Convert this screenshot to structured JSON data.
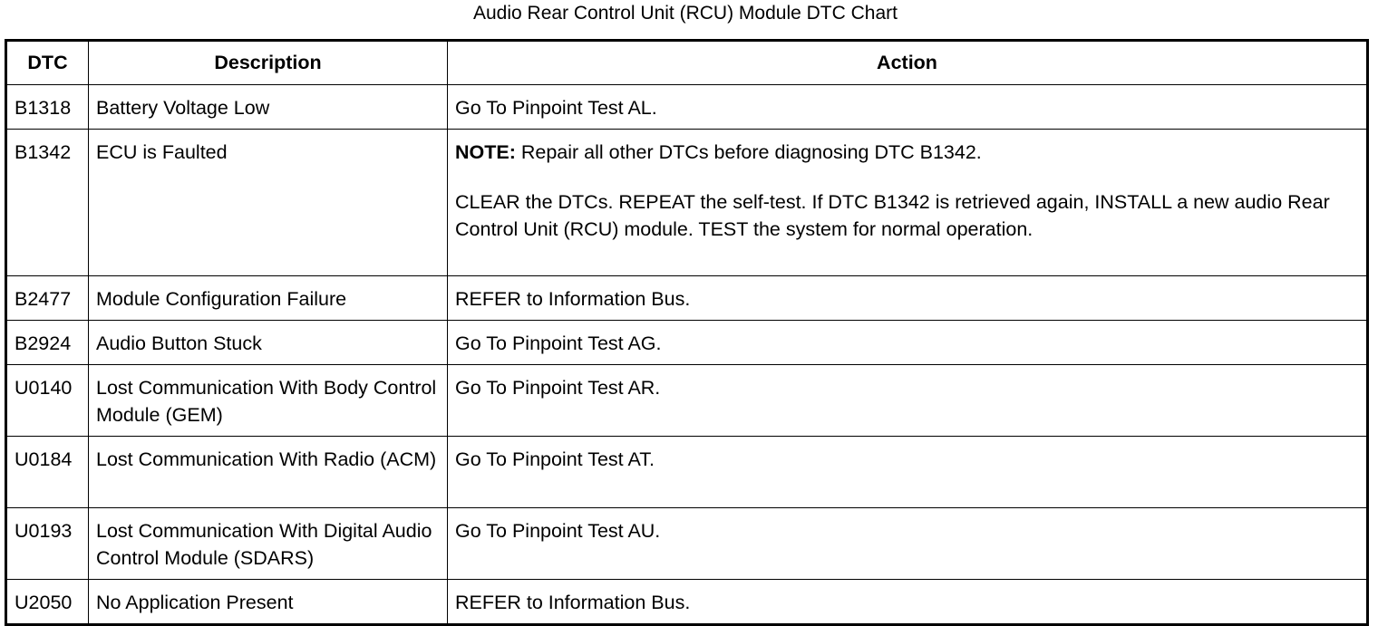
{
  "document": {
    "title": "Audio Rear Control Unit (RCU) Module DTC Chart"
  },
  "table": {
    "headers": {
      "dtc": "DTC",
      "description": "Description",
      "action": "Action"
    },
    "rows": [
      {
        "dtc": "B1318",
        "description": "Battery Voltage Low",
        "action": "Go To Pinpoint Test AL."
      },
      {
        "dtc": "B1342",
        "description": "ECU is Faulted",
        "note_label": "NOTE:",
        "note_text": " Repair all other DTCs before diagnosing DTC B1342.",
        "action": "CLEAR the DTCs. REPEAT the self-test. If DTC B1342 is retrieved again, INSTALL a new audio Rear Control Unit (RCU) module. TEST the system for normal operation."
      },
      {
        "dtc": "B2477",
        "description": "Module Configuration Failure",
        "action": "REFER to Information Bus."
      },
      {
        "dtc": "B2924",
        "description": "Audio Button Stuck",
        "action": "Go To Pinpoint Test AG."
      },
      {
        "dtc": "U0140",
        "description": "Lost Communication With Body Control Module (GEM)",
        "action": "Go To Pinpoint Test AR."
      },
      {
        "dtc": "U0184",
        "description": "Lost Communication With Radio (ACM)",
        "action": "Go To Pinpoint Test AT."
      },
      {
        "dtc": "U0193",
        "description": "Lost Communication With Digital Audio Control Module (SDARS)",
        "action": "Go To Pinpoint Test AU."
      },
      {
        "dtc": "U2050",
        "description": "No Application Present",
        "action": "REFER to Information Bus."
      }
    ]
  }
}
